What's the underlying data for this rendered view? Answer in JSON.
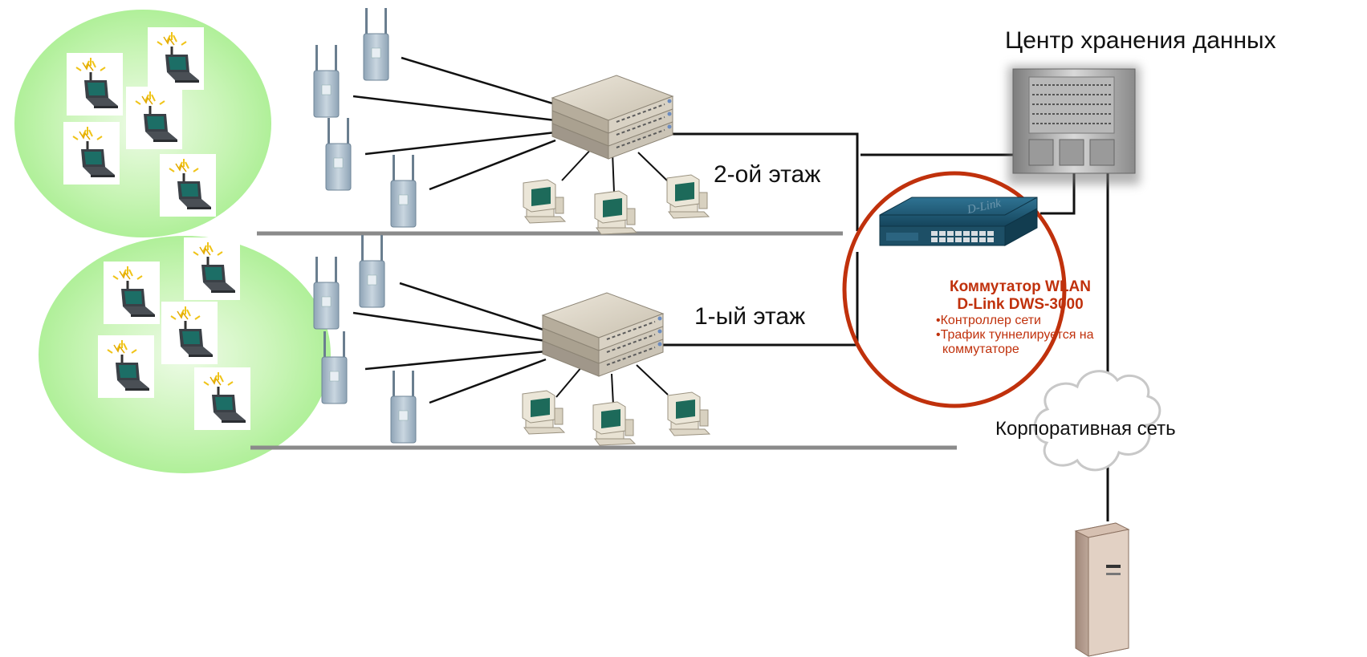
{
  "diagram": {
    "datacenter_title": "Центр хранения данных",
    "floor2_label": "2-ой этаж",
    "floor1_label": "1-ый этаж",
    "corporate_network_label": "Корпоративная сеть",
    "wlan_switch": {
      "title_line1": "Коммутатор WLAN",
      "title_line2": "D-Link DWS-3000",
      "bullet1": "•Контроллер сети",
      "bullet2": "•Трафик туннелируется на",
      "bullet2_cont": "коммутаторе",
      "brand_text": "D-Link"
    }
  },
  "colors": {
    "coverage_area": "#b9f0a4",
    "accent_circle": "#c0310c",
    "cable": "#111111",
    "floor_line": "#8a8a8a",
    "switch_body": "#1f5c78",
    "wifi_signal": "#f0c419"
  },
  "icons": [
    "laptop-icon",
    "access-point-icon",
    "stack-switch-icon",
    "desktop-pc-icon",
    "rack-server-icon",
    "wlan-switch-icon",
    "cloud-icon",
    "tower-server-icon"
  ]
}
